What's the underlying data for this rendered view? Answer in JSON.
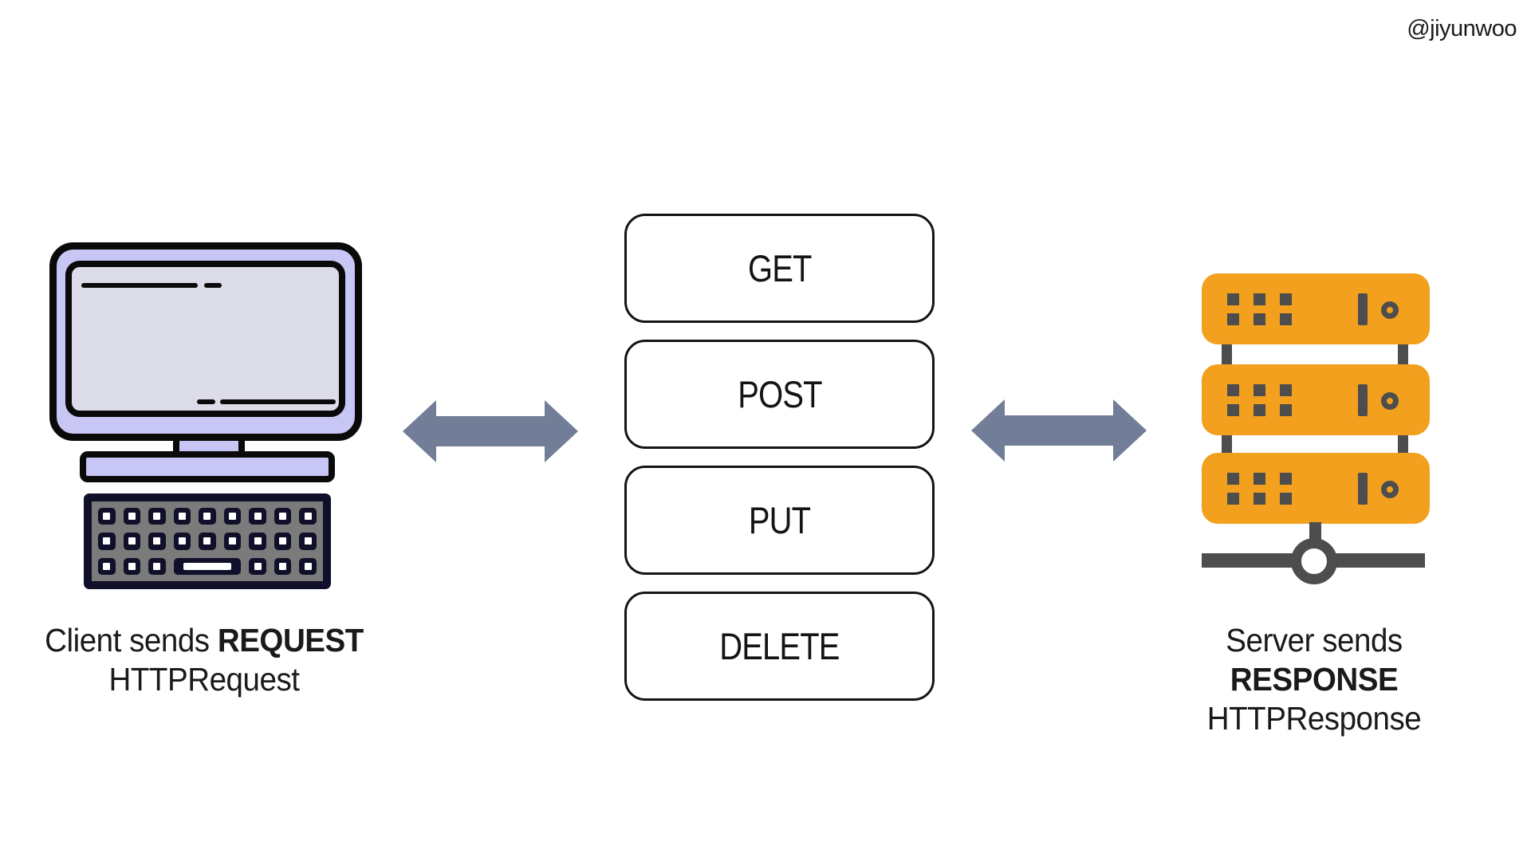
{
  "page": {
    "background": "#ffffff",
    "watermark": "@jiyunwoo"
  },
  "client": {
    "caption_normal": "Client sends ",
    "caption_bold": "REQUEST",
    "caption_line2": "HTTPRequest",
    "icon": "desktop-computer-with-keyboard"
  },
  "methods": {
    "get": "GET",
    "post": "POST",
    "put": "PUT",
    "delete": "DELETE"
  },
  "server": {
    "caption_normal": "Server sends ",
    "caption_bold": "RESPONSE",
    "caption_line2": "HTTPResponse",
    "icon": "server-rack-with-network-node"
  },
  "arrows": {
    "type": "double-headed-horizontal",
    "color": "#727e98"
  },
  "colors": {
    "outline": "#0a0a0a",
    "text": "#1a1a1a",
    "monitor_body": "#c8c6f4",
    "monitor_screen": "#dcdbe8",
    "keyboard_frame": "#10102a",
    "keyboard_bg": "#7b7b7b",
    "server_body": "#f2a01d",
    "server_detail": "#4d4d4d",
    "method_box_border": "#141414",
    "method_box_fill": "#ffffff"
  }
}
